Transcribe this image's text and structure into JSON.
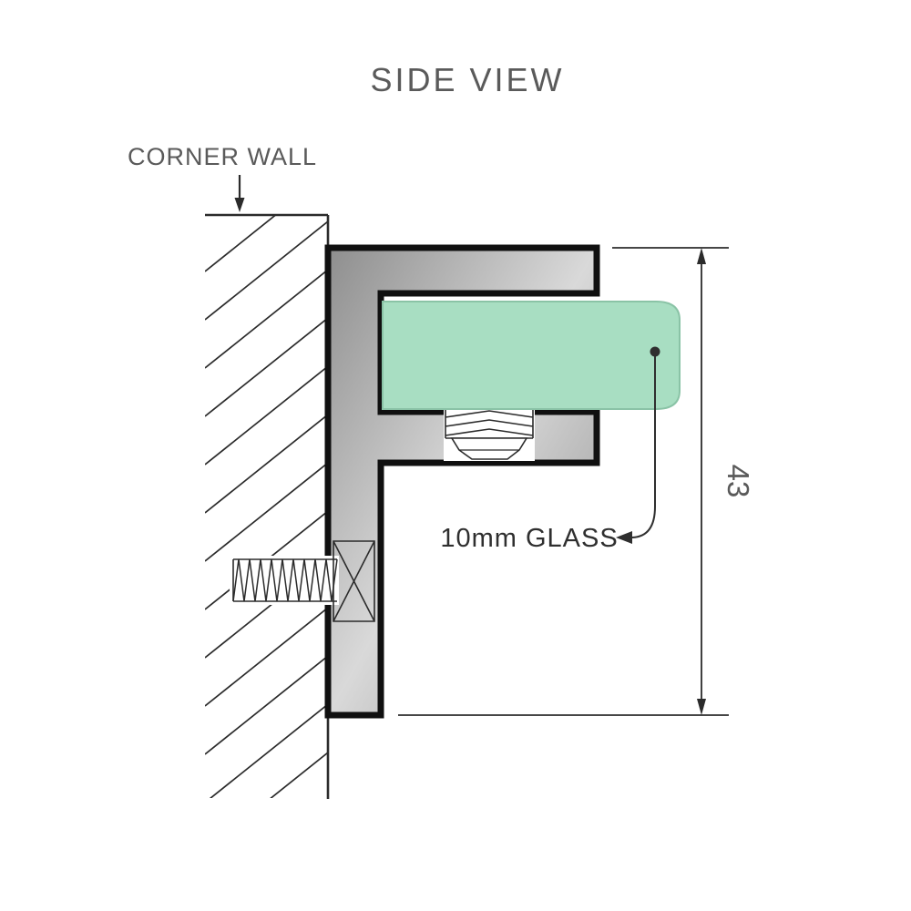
{
  "diagram": {
    "title": "SIDE VIEW",
    "corner_wall_label": "CORNER WALL",
    "glass_label": "10mm GLASS",
    "dimension_value": "43",
    "colors": {
      "background": "#ffffff",
      "glass_fill": "#a8dec2",
      "glass_stroke": "#8ac3a6",
      "metal_dark": "#8e8e8e",
      "metal_light": "#d9d9d9",
      "outline": "#101010",
      "thin_line": "#2b2b2b",
      "label_text": "#5a5a5a",
      "dark_text": "#2f2f2f"
    }
  }
}
